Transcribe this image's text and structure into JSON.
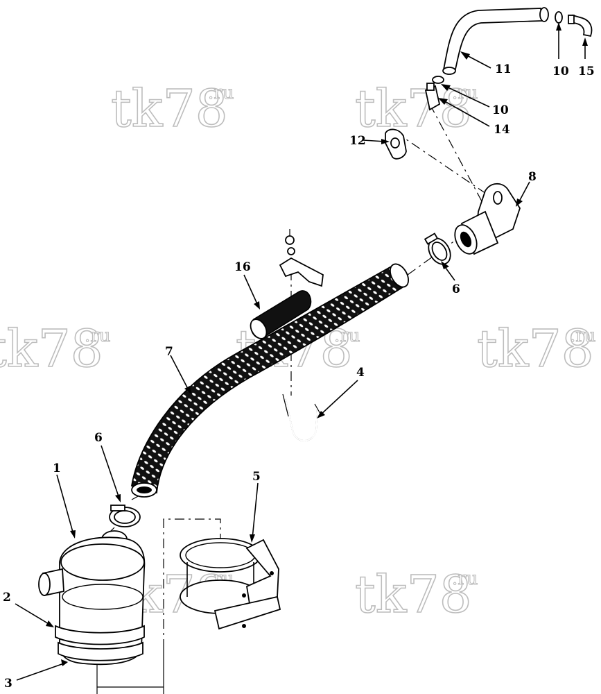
{
  "watermark": {
    "text": "tk78",
    "suffix": ".ru"
  },
  "callouts": {
    "c1": "1",
    "c2": "2",
    "c3": "3",
    "c4": "4",
    "c5": "5",
    "c6a": "6",
    "c6b": "6",
    "c7": "7",
    "c8": "8",
    "c10a": "10",
    "c10b": "10",
    "c11": "11",
    "c12": "12",
    "c14": "14",
    "c15": "15",
    "c16": "16"
  }
}
